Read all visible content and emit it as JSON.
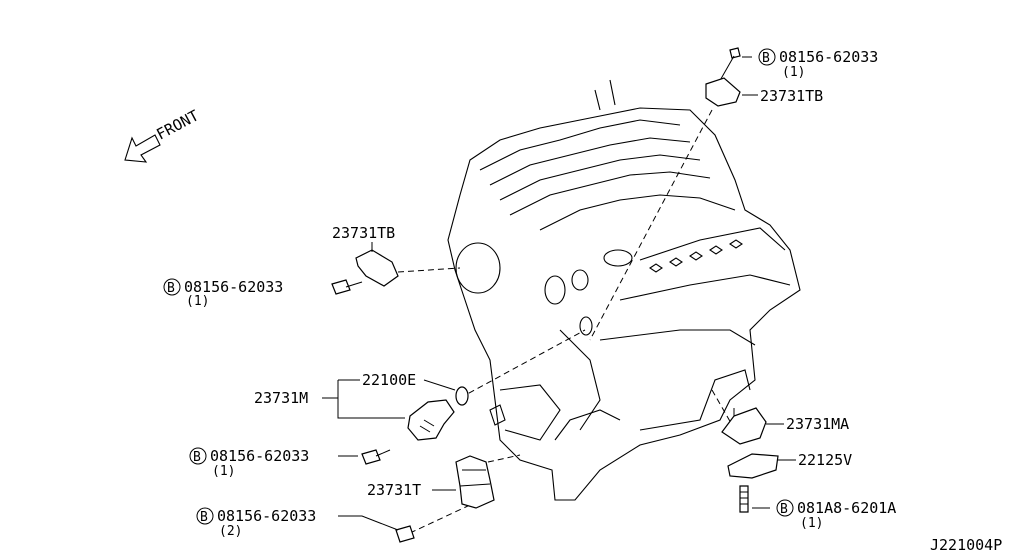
{
  "diagram": {
    "front_label": "FRONT",
    "diagram_code": "J221004P",
    "bolt_prefix": "B",
    "callouts": {
      "b_top": {
        "part": "08156-62033",
        "qty": "(1)"
      },
      "tb_top": {
        "part": "23731TB"
      },
      "tb_left": {
        "part": "23731TB"
      },
      "b_left": {
        "part": "08156-62033",
        "qty": "(1)"
      },
      "e": {
        "part": "22100E"
      },
      "m": {
        "part": "23731M"
      },
      "b_mid": {
        "part": "08156-62033",
        "qty": "(1)"
      },
      "t": {
        "part": "23731T"
      },
      "b_low": {
        "part": "08156-62033",
        "qty": "(2)"
      },
      "ma": {
        "part": "23731MA"
      },
      "v": {
        "part": "22125V"
      },
      "b_right": {
        "part": "081A8-6201A",
        "qty": "(1)"
      }
    }
  }
}
